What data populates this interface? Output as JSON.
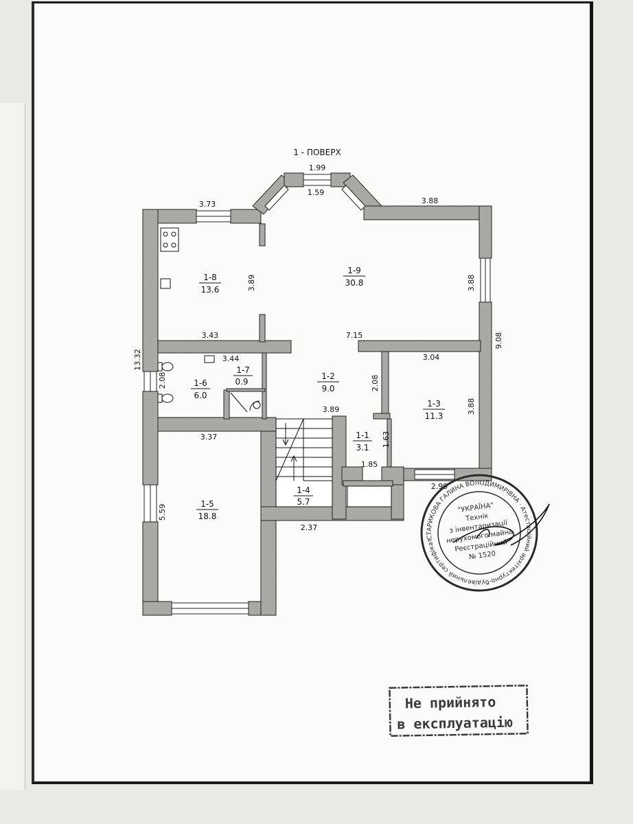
{
  "floor_title": "1 - ПОВЕРХ",
  "dimensions": {
    "bay_outer": "1.99",
    "bay_inner": "1.59",
    "top_left": "3.73",
    "top_right": "3.88",
    "room18_height": "3.89",
    "room19_right": "3.88",
    "overall_right": "9.08",
    "overall_left": "13.32",
    "room18_bottom": "3.43",
    "room19_bottom": "7.15",
    "room16_width": "3.44",
    "room16_height": "2.08",
    "room13_width": "3.04",
    "hall_height": "2.08",
    "room13_height": "3.88",
    "stair_width": "3.89",
    "room15_width": "3.37",
    "room11_height": "1.63",
    "room11_bottom": "1.85",
    "room13_bottom": "2.99",
    "room15_height": "5.59",
    "garage_right": "2.37"
  },
  "rooms": [
    {
      "id": "1-8",
      "area": "13.6"
    },
    {
      "id": "1-9",
      "area": "30.8"
    },
    {
      "id": "1-6",
      "area": "6.0"
    },
    {
      "id": "1-7",
      "area": "0.9"
    },
    {
      "id": "1-2",
      "area": "9.0"
    },
    {
      "id": "1-3",
      "area": "11.3"
    },
    {
      "id": "1-1",
      "area": "3.1"
    },
    {
      "id": "1-4",
      "area": "5.7"
    },
    {
      "id": "1-5",
      "area": "18.8"
    }
  ],
  "seal": {
    "top": "\"УКРАЇНА\"",
    "line1": "Технік",
    "line2": "з інвентаризації",
    "line3": "нерухомого майна",
    "line4": "Реєстраційний",
    "line5": "№ 1520",
    "ring": "СТАРИКОВА ГАЛИНА ВОЛОДИМИРІВНА · Атестаційний архітектурно-будівельний сертифікат · господарств"
  },
  "stamp": {
    "line1": "Не прийнято",
    "line2": "в експлуатацію"
  },
  "colors": {
    "wall_fill": "#a9a9a5",
    "ink": "#111111",
    "stamp_ink": "#3a3a3a",
    "seal_ink": "#2a2a2a"
  }
}
